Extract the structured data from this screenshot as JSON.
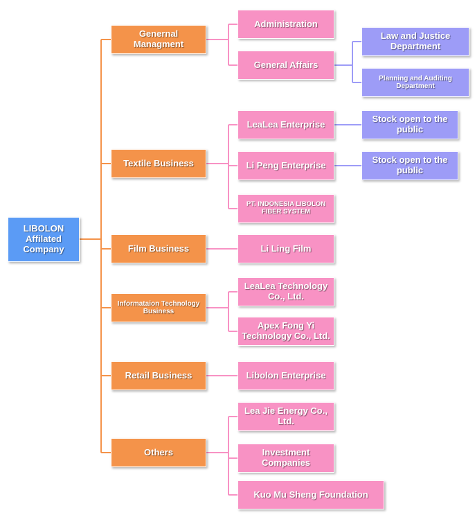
{
  "colors": {
    "root": "#5b9bf5",
    "division": "#f4934a",
    "unit": "#f892c4",
    "subunit": "#9d9cf7",
    "line_root": "#f4934a",
    "line_division": "#f892c4",
    "line_unit": "#9d9cf7"
  },
  "root": {
    "label": "LIBOLON Affilated Company"
  },
  "divisions": [
    {
      "label": "Genernal Managment",
      "units": [
        {
          "label": "Administration",
          "subunits": []
        },
        {
          "label": "General Affairs",
          "subunits": [
            {
              "label": "Law and Justice Department"
            },
            {
              "label": "Planning and Auditing Department"
            }
          ]
        }
      ]
    },
    {
      "label": "Textile Business",
      "units": [
        {
          "label": "LeaLea Enterprise",
          "subunits": [
            {
              "label": "Stock open to the public"
            }
          ]
        },
        {
          "label": "Li Peng Enterprise",
          "subunits": [
            {
              "label": "Stock open to the public"
            }
          ]
        },
        {
          "label": "PT. INDONESIA LIBOLON FIBER SYSTEM",
          "subunits": []
        }
      ]
    },
    {
      "label": "Film Business",
      "units": [
        {
          "label": "Li Ling Film",
          "subunits": []
        }
      ]
    },
    {
      "label": "Informataion Technology Business",
      "units": [
        {
          "label": "LeaLea Technology Co., Ltd.",
          "subunits": []
        },
        {
          "label": "Apex Fong Yi Technology Co., Ltd.",
          "subunits": []
        }
      ]
    },
    {
      "label": "Retail Business",
      "units": [
        {
          "label": "Libolon Enterprise",
          "subunits": []
        }
      ]
    },
    {
      "label": "Others",
      "units": [
        {
          "label": "Lea Jie Energy Co., Ltd.",
          "subunits": []
        },
        {
          "label": "Investment Companies",
          "subunits": []
        },
        {
          "label": "Kuo Mu Sheng Foundation",
          "subunits": []
        }
      ]
    }
  ]
}
